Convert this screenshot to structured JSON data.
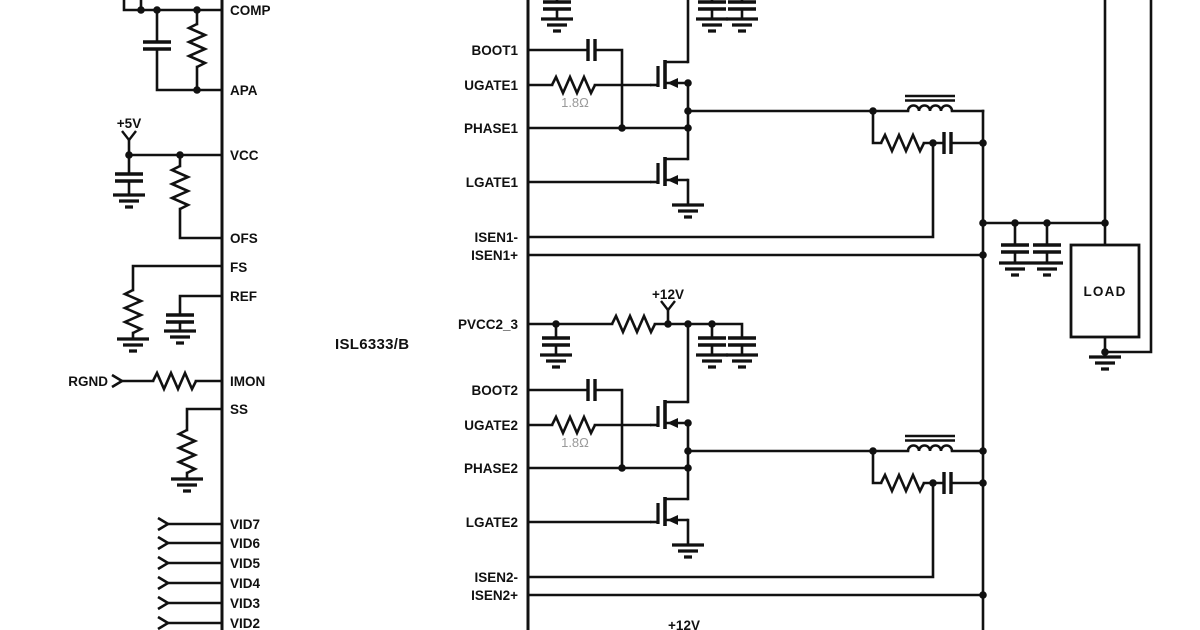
{
  "chip": {
    "name": "ISL6333/B"
  },
  "pins": {
    "left": [
      "COMP",
      "APA",
      "VCC",
      "OFS",
      "FS",
      "REF",
      "IMON",
      "SS",
      "VID7",
      "VID6",
      "VID5",
      "VID4",
      "VID3",
      "VID2"
    ],
    "right": [
      "BOOT1",
      "UGATE1",
      "PHASE1",
      "LGATE1",
      "ISEN1-",
      "ISEN1+",
      "PVCC2_3",
      "BOOT2",
      "UGATE2",
      "PHASE2",
      "LGATE2",
      "ISEN2-",
      "ISEN2+"
    ]
  },
  "labels": {
    "supply_5v": "+5V",
    "supply_12v_phase2": "+12V",
    "supply_12v_phase3": "+12V",
    "rgnd": "RGND",
    "load": "LOAD"
  },
  "values": {
    "ugate1_resistor": "1.8Ω",
    "ugate2_resistor": "1.8Ω"
  },
  "colors": {
    "wire": "#111111",
    "value_text": "#999999",
    "background": "#ffffff"
  }
}
